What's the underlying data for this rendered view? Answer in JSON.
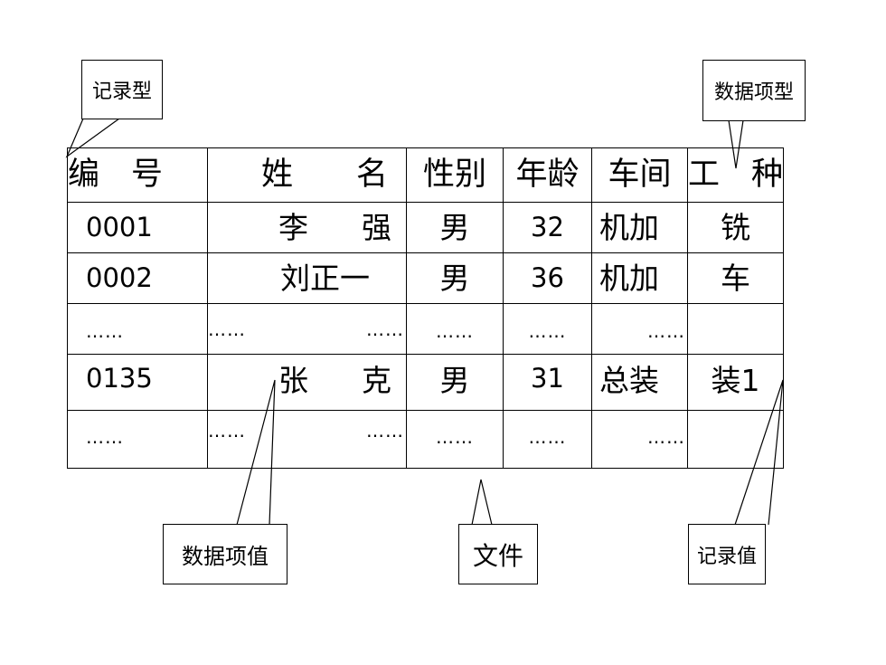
{
  "table": {
    "headers": [
      "编　号",
      "姓　　名",
      "性别",
      "年龄",
      "车间",
      "工　种"
    ],
    "rows": [
      {
        "id": "0001",
        "name_a": "李",
        "name_b": "强",
        "gender": "男",
        "age": "32",
        "workshop": "机加",
        "job": "铣"
      },
      {
        "id": "0002",
        "name": "刘正一",
        "gender": "男",
        "age": "36",
        "workshop": "机加",
        "job": "车"
      },
      {
        "id": "……",
        "name_a": "……",
        "name_b": "……",
        "gender": "……",
        "age": "……",
        "workshop": "……",
        "job": ""
      },
      {
        "id": "0135",
        "name_a": "张",
        "name_b": "克",
        "gender": "男",
        "age": "31",
        "workshop": "总装",
        "job": "装1"
      },
      {
        "id": "……",
        "name_a": "……",
        "name_b": "……",
        "gender": "……",
        "age": "……",
        "workshop": "……",
        "job": ""
      }
    ]
  },
  "callouts": {
    "record_type": "记录型",
    "data_item_type": "数据项型",
    "data_item_value": "数据项值",
    "file": "文件",
    "record_value": "记录值"
  },
  "colors": {
    "line": "#000000",
    "background": "#ffffff"
  }
}
